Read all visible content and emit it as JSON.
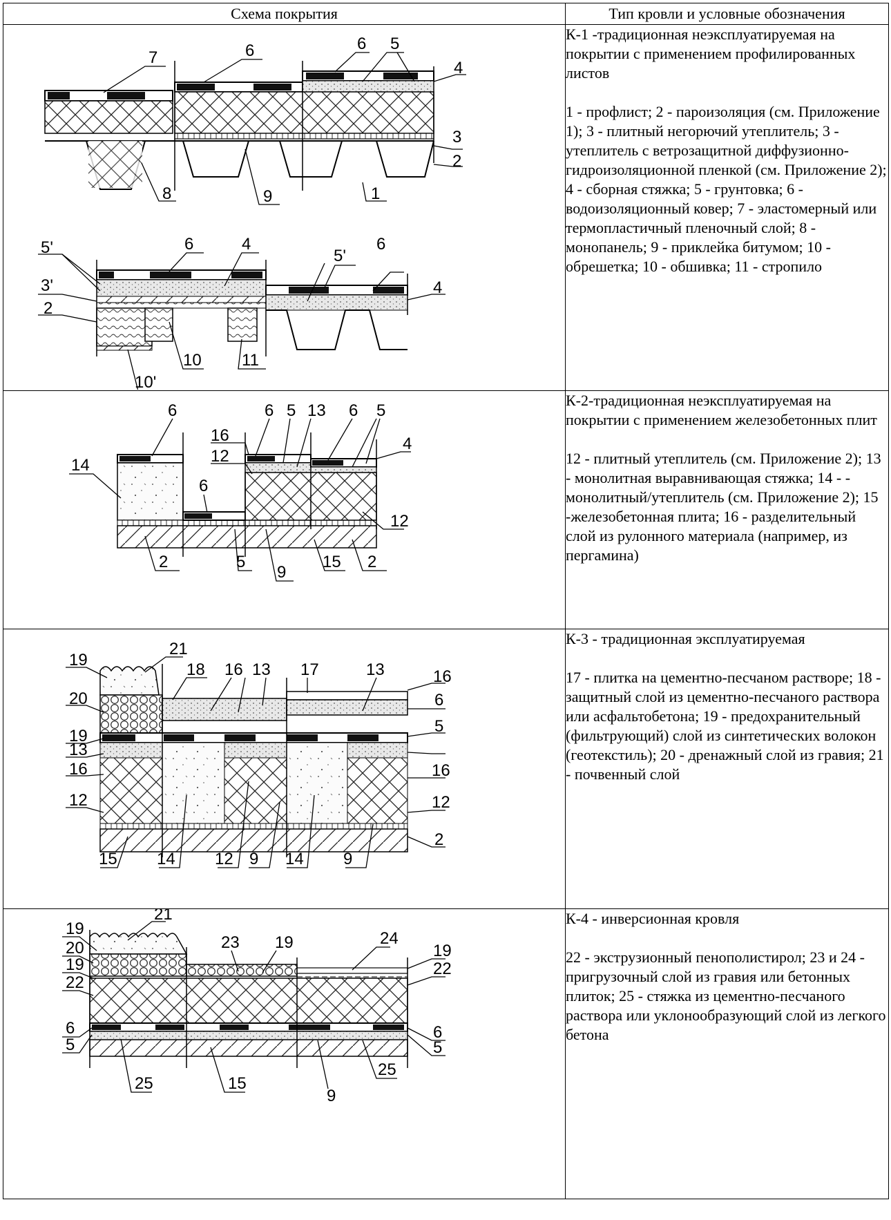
{
  "header": {
    "col1": "Схема покрытия",
    "col2": "Тип кровли и условные обозначения"
  },
  "rows": [
    {
      "title": "К-1 -традиционная неэксплуатируемая на покрытии с применением профилированных листов",
      "legend": "1 - профлист; 2 - пароизоляция (см. Приложение 1); 3 - плитный негорючий утеплитель; 3 - утеплитель с ветрозащитной диффузионно-гидроизоляционной пленкой (см. Приложение 2); 4 - сборная стяжка; 5 - грунтовка; 6 - водоизоляционный ковер; 7 - эластомерный или термопластичный пленочный слой; 8 - монопанель; 9 - приклейка битумом; 10 - обрешетка; 10 - обшивка; 11 - стропило",
      "labels": [
        "7",
        "6",
        "6",
        "5",
        "4",
        "3",
        "2",
        "1",
        "9",
        "8",
        "6",
        "4",
        "5'",
        "6",
        "4",
        "5'",
        "3'",
        "2",
        "10",
        "11",
        "10'"
      ]
    },
    {
      "title": "К-2-традиционная неэксплуатируемая на покрытии с применением железобетонных плит",
      "legend": "12 - плитный утеплитель (см. Приложение 2); 13 - монолитная выравнивающая стяжка; 14 - - монолитный/утеплитель (см. Приложение 2); 15 -железобетонная плита; 16 - разделительный слой из рулонного материала (например, из пергамина)",
      "labels": [
        "6",
        "14",
        "6",
        "5",
        "13",
        "6",
        "5",
        "16",
        "12",
        "4",
        "6",
        "12",
        "2",
        "5",
        "9",
        "15",
        "2"
      ]
    },
    {
      "title": "К-3 - традиционная эксплуатируемая",
      "legend": "17 - плитка на цементно-песчаном растворе; 18 - защитный слой из цементно-песчаного раствора или асфальтобетона; 19 - предохранительный (фильтрующий) слой из синтетических волокон (геотекстиль); 20 - дренажный слой из гравия; 21 - почвенный слой",
      "labels": [
        "19",
        "21",
        "20",
        "18",
        "16",
        "13",
        "17",
        "13",
        "16",
        "6",
        "19",
        "5",
        "13",
        "16",
        "16",
        "12",
        "12",
        "15",
        "14",
        "12",
        "9",
        "14",
        "9",
        "2"
      ]
    },
    {
      "title": "К-4 - инверсионная кровля",
      "legend": "22 - экструзионный пенополистирол; 23 и 24 - пригрузочный слой из гравия или бетонных плиток; 25 - стяжка из цементно-песчаного раствора или уклонообразующий слой из легкого бетона",
      "labels": [
        "21",
        "19",
        "23",
        "19",
        "24",
        "19",
        "20",
        "22",
        "19",
        "22",
        "6",
        "6",
        "5",
        "5",
        "25",
        "15",
        "9",
        "25"
      ]
    }
  ]
}
